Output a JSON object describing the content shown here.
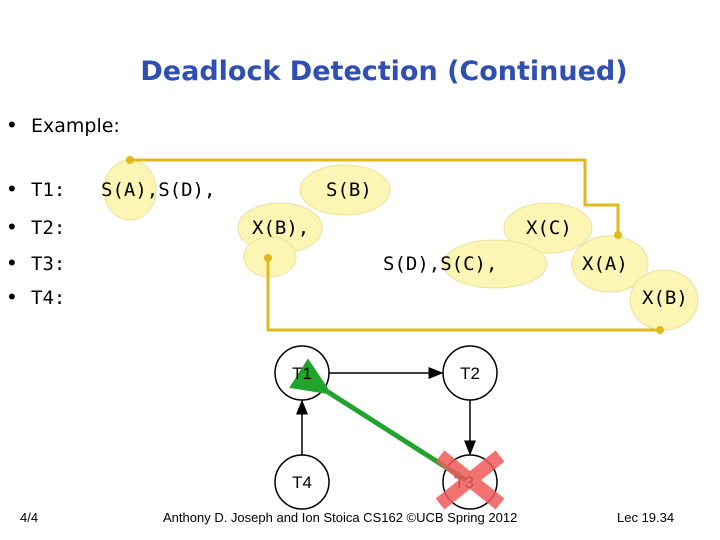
{
  "title": "Deadlock Detection (Continued)",
  "example_label": "Example:",
  "threads": [
    {
      "label": "T1:"
    },
    {
      "label": "T2:"
    },
    {
      "label": "T3:"
    },
    {
      "label": "T4:"
    }
  ],
  "ops": {
    "t1_a": "S(A),S(D),",
    "t1_b": "S(B)",
    "t2_a": "X(B),",
    "t2_b": "X(C)",
    "t3_a": "S(D),S(C),",
    "t3_b": "X(A)",
    "t4_a": "X(B)"
  },
  "graph": {
    "nodes": [
      "T1",
      "T2",
      "T4",
      "T3"
    ]
  },
  "footer": {
    "page": "4/4",
    "credit": "Anthony D. Joseph and Ion Stoica CS162 ©UCB Spring 2012",
    "lecture": "Lec 19.34"
  },
  "colors": {
    "title": "#2f4fb3",
    "highlight": "#fcf5b4",
    "highlight_stroke": "#e6dd8a",
    "cycle_line": "#e2b81c",
    "arrow_green": "#22a32b",
    "cross_red": "#f05a5a"
  }
}
